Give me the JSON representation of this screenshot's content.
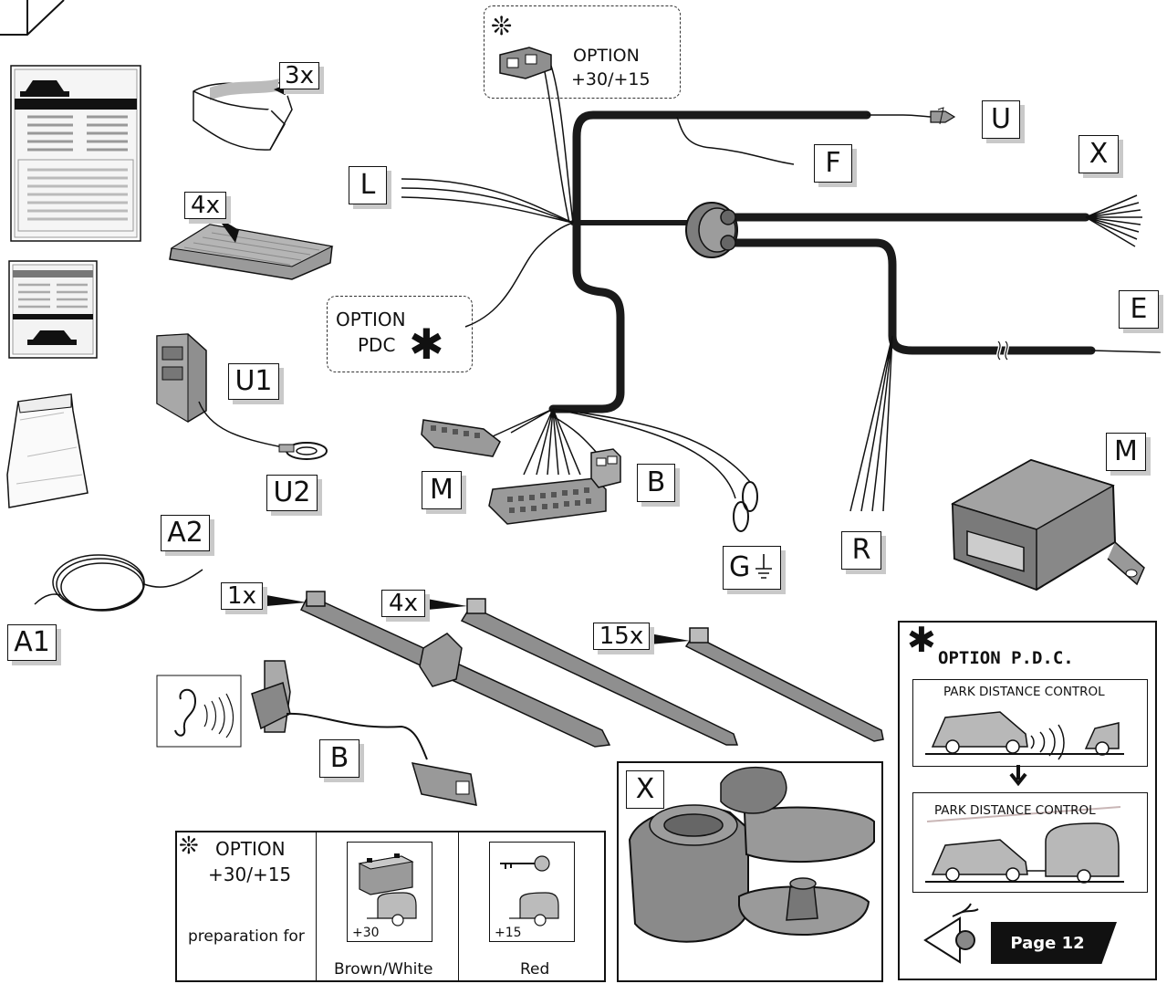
{
  "option_plus": {
    "label": "OPTION",
    "value": "+30/+15"
  },
  "option_pdc": {
    "label": "OPTION",
    "sub": "PDC"
  },
  "tags": {
    "three_x": "3x",
    "four_x_sheet": "4x",
    "L": "L",
    "U": "U",
    "F": "F",
    "X": "X",
    "E": "E",
    "U1": "U1",
    "U2": "U2",
    "M_connector": "M",
    "B_connector": "B",
    "G": "G",
    "R": "R",
    "M_module": "M",
    "A2": "A2",
    "A1": "A1",
    "one_x": "1x",
    "four_x_tie": "4x",
    "fifteen_x": "15x",
    "B_buzzer": "B",
    "X_panel": "X"
  },
  "pdc_panel": {
    "title": "OPTION P.D.C.",
    "top_caption": "PARK DISTANCE CONTROL",
    "bottom_caption": "PARK DISTANCE CONTROL",
    "page_button": "Page 12"
  },
  "option_table": {
    "heading": "OPTION",
    "value": "+30/+15",
    "prep": "preparation for",
    "col1_value": "+30",
    "col2_value": "+15",
    "col1_label": "Brown/White",
    "col2_label": "Red"
  },
  "colors": {
    "cable": "#1a1a1a",
    "part_gray": "#8c8c8c",
    "panel_border": "#111111"
  }
}
